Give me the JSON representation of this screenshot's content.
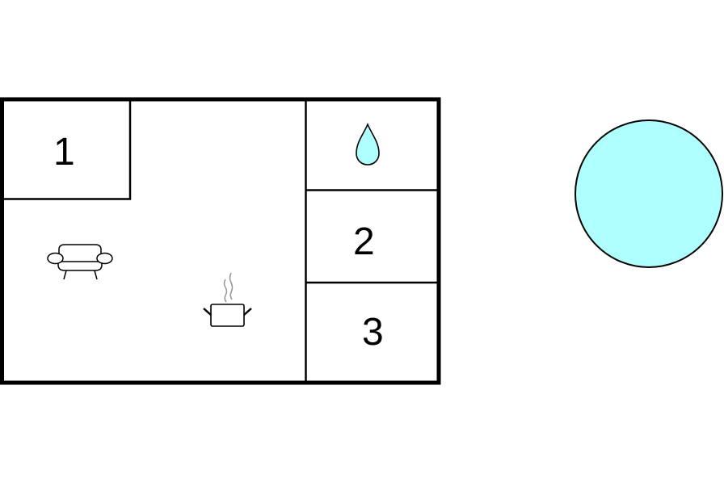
{
  "diagram": {
    "type": "floor-plan",
    "colors": {
      "wall": "#000000",
      "water": "#b0ffff",
      "steam": "#999999",
      "background": "#ffffff"
    },
    "rooms": [
      {
        "id": "room-1",
        "label": "1"
      },
      {
        "id": "room-2",
        "label": "2"
      },
      {
        "id": "room-3",
        "label": "3"
      }
    ],
    "icons": [
      {
        "name": "water-drop-icon",
        "meaning": "bathroom"
      },
      {
        "name": "sofa-icon",
        "meaning": "living room"
      },
      {
        "name": "cooking-pot-icon",
        "meaning": "kitchen"
      },
      {
        "name": "pool-icon",
        "meaning": "swimming pool"
      }
    ]
  }
}
